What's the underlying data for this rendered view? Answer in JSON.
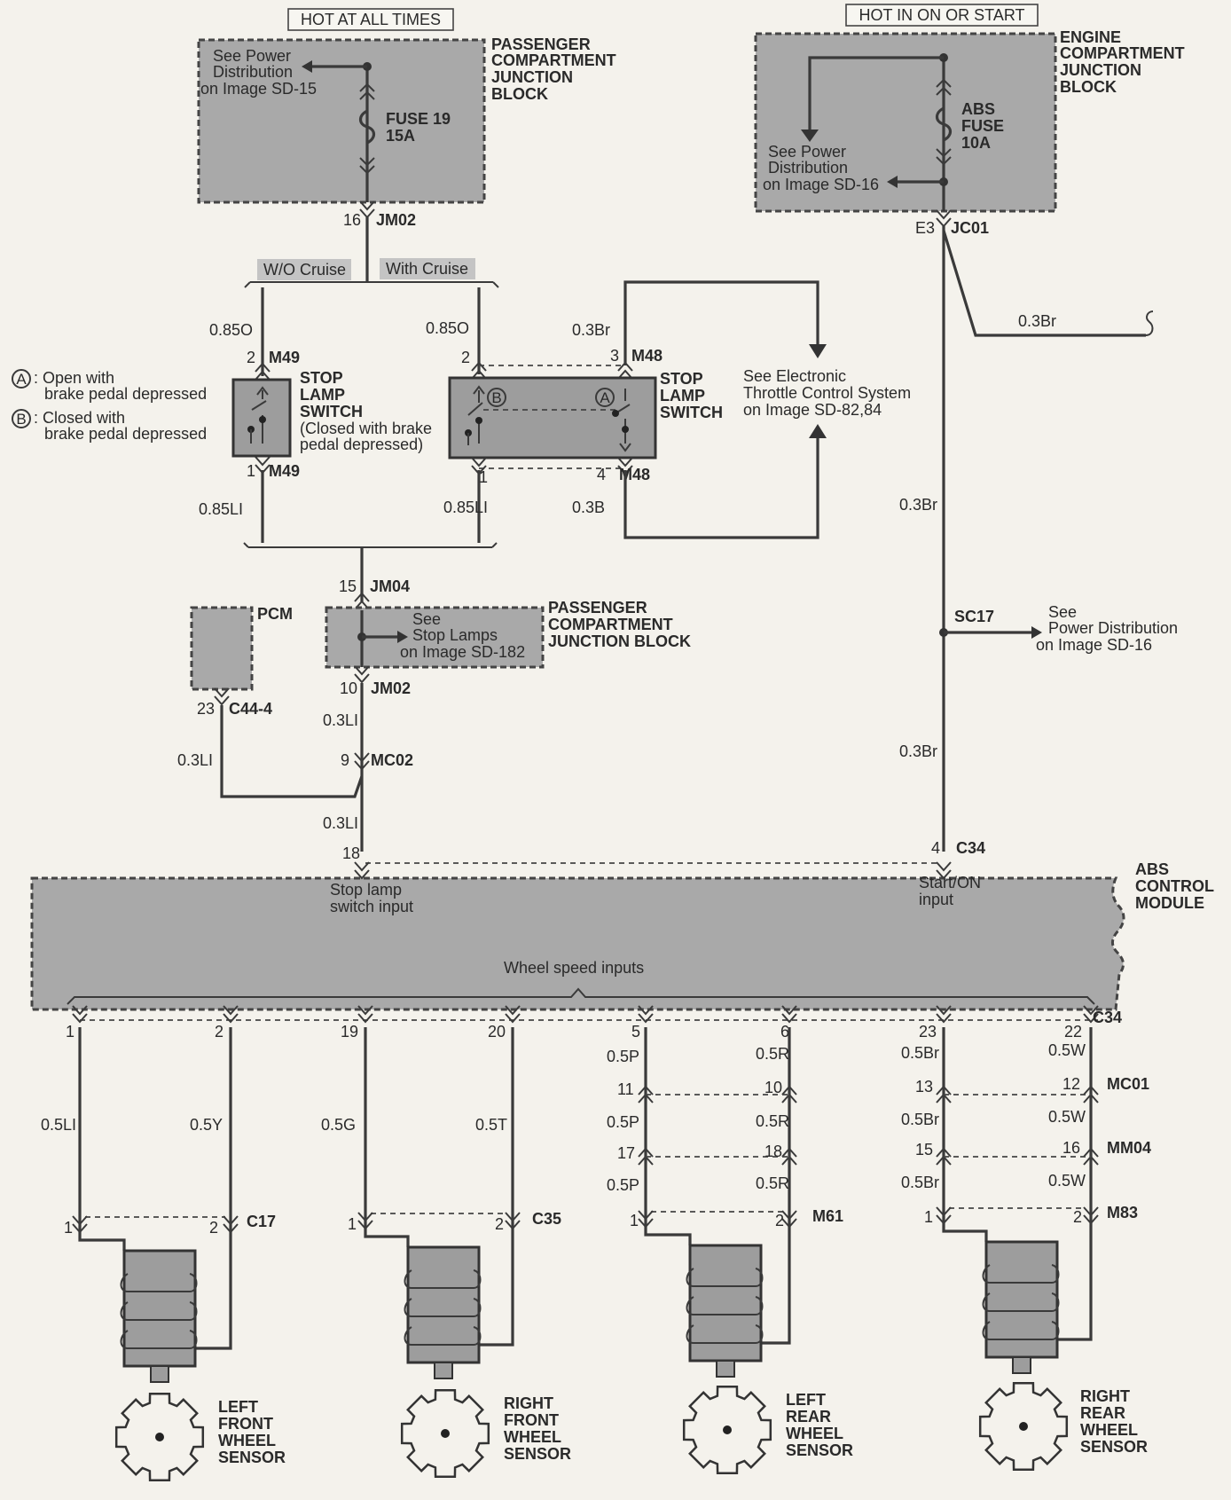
{
  "headers": {
    "hot_at_all_times": "HOT AT ALL TIMES",
    "hot_in_on_or_start": "HOT IN ON OR START"
  },
  "pcjb_top": {
    "name": [
      "PASSENGER",
      "COMPARTMENT",
      "JUNCTION",
      "BLOCK"
    ],
    "see": [
      "See Power",
      "Distribution",
      "on Image SD-15"
    ],
    "fuse": [
      "FUSE 19",
      "15A"
    ]
  },
  "ecjb": {
    "name": [
      "ENGINE",
      "COMPARTMENT",
      "JUNCTION",
      "BLOCK"
    ],
    "see": [
      "See Power",
      "Distribution",
      "on Image SD-16"
    ],
    "fuse": [
      "ABS",
      "FUSE",
      "10A"
    ]
  },
  "connectors": {
    "jm02_top": {
      "pin": "16",
      "name": "JM02"
    },
    "jc01": {
      "pin": "E3",
      "name": "JC01"
    },
    "m49_top": {
      "pin": "2",
      "name": "M49"
    },
    "m49_bot": {
      "pin": "1",
      "name": "M49"
    },
    "m48_p2": "2",
    "m48_top": {
      "pin": "3",
      "name": "M48"
    },
    "m48_p1": "1",
    "m48_bot": {
      "pin": "4",
      "name": "M48"
    },
    "jm04": {
      "pin": "15",
      "name": "JM04"
    },
    "jm02_mid": {
      "pin": "10",
      "name": "JM02"
    },
    "c44": {
      "pin": "23",
      "name": "C44-4"
    },
    "mc02": {
      "pin": "9",
      "name": "MC02"
    },
    "abs_p18": "18",
    "c34_top": {
      "pin": "4",
      "name": "C34"
    },
    "sc17": "SC17",
    "c34_bottom": "C34",
    "mc01": "MC01",
    "mm04": "MM04",
    "c17": "C17",
    "c35": "C35",
    "m61": "M61",
    "m83": "M83"
  },
  "cruise": {
    "without": "W/O Cruise",
    "with": "With Cruise"
  },
  "wires": {
    "o1": "0.85O",
    "o2": "0.85O",
    "br1": "0.3Br",
    "br_right": "0.3Br",
    "li1": "0.85LI",
    "li2": "0.85LI",
    "b1": "0.3B",
    "br2": "0.3Br",
    "br3": "0.3Br",
    "li3": "0.3LI",
    "li4": "0.3LI",
    "li5": "0.3LI"
  },
  "legend": {
    "a": ": Open with",
    "a2": "brake pedal depressed",
    "b": ": Closed with",
    "b2": "brake pedal depressed"
  },
  "switch1": {
    "name": [
      "STOP",
      "LAMP",
      "SWITCH"
    ],
    "note": [
      "(Closed with brake",
      "pedal depressed)"
    ]
  },
  "switch2": {
    "name": [
      "STOP",
      "LAMP",
      "SWITCH"
    ]
  },
  "etc": [
    "See Electronic",
    "Throttle Control System",
    "on Image SD-82,84"
  ],
  "pcm": "PCM",
  "pcjb_mid": {
    "name": [
      "PASSENGER",
      "COMPARTMENT",
      "JUNCTION BLOCK"
    ],
    "see": [
      "See",
      "Stop Lamps",
      "on Image SD-182"
    ]
  },
  "sc17_see": [
    "See",
    "Power Distribution",
    "on Image SD-16"
  ],
  "abs_module": {
    "name": [
      "ABS",
      "CONTROL",
      "MODULE"
    ],
    "stop_input": [
      "Stop lamp",
      "switch input"
    ],
    "start_input": [
      "Start/ON",
      "input"
    ],
    "wheel_inputs": "Wheel speed inputs"
  },
  "abs_pins": [
    "1",
    "2",
    "19",
    "20",
    "5",
    "6",
    "23",
    "22"
  ],
  "sensors": [
    {
      "pins": [
        "1",
        "2"
      ],
      "wires": [
        "0.5LI",
        "0.5Y"
      ],
      "name": [
        "LEFT",
        "FRONT",
        "WHEEL",
        "SENSOR"
      ]
    },
    {
      "pins": [
        "1",
        "2"
      ],
      "wires": [
        "0.5G",
        "0.5T"
      ],
      "name": [
        "RIGHT",
        "FRONT",
        "WHEEL",
        "SENSOR"
      ]
    },
    {
      "pins": [
        "1",
        "2"
      ],
      "wires": [
        "0.5P",
        "0.5R"
      ],
      "name": [
        "LEFT",
        "REAR",
        "WHEEL",
        "SENSOR"
      ]
    },
    {
      "pins": [
        "1",
        "2"
      ],
      "wires": [
        "0.5Br",
        "0.5W"
      ],
      "name": [
        "RIGHT",
        "REAR",
        "WHEEL",
        "SENSOR"
      ]
    }
  ],
  "rear_chain": {
    "p_top": "0.5P",
    "r_top": "0.5R",
    "br_top": "0.5Br",
    "w_top": "0.5W",
    "mc01_pins": [
      "11",
      "10",
      "13",
      "12"
    ],
    "p_mid": "0.5P",
    "r_mid": "0.5R",
    "br_mid": "0.5Br",
    "w_mid": "0.5W",
    "mm04_pins": [
      "17",
      "18",
      "15",
      "16"
    ],
    "p_bot": "0.5P",
    "r_bot": "0.5R",
    "br_bot": "0.5Br",
    "w_bot": "0.5W"
  },
  "colors": {
    "fill": "#a9a9a9",
    "device": "#9d9d9d",
    "ink": "#2a2a2a"
  }
}
